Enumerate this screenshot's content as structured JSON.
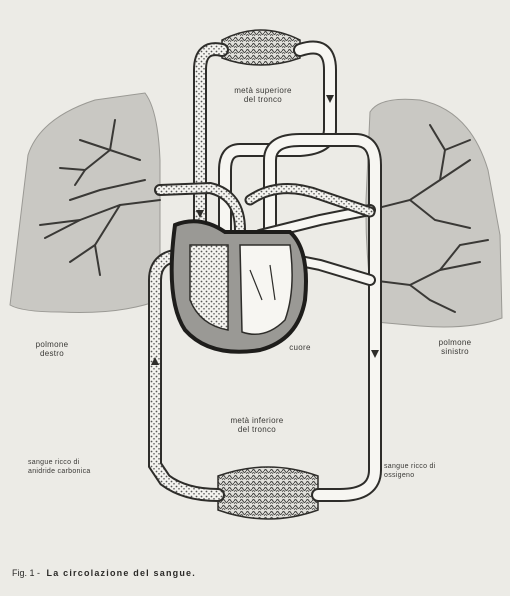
{
  "labels": {
    "upper_body": [
      "metà superiore",
      "del tronco"
    ],
    "lower_body": [
      "metà inferiore",
      "del tronco"
    ],
    "right_lung": [
      "polmone",
      "destro"
    ],
    "left_lung": [
      "polmone",
      "sinistro"
    ],
    "heart": "cuore",
    "co2_blood": [
      "sangue ricco di",
      "anidride carbonica"
    ],
    "o2_blood": [
      "sangue ricco di",
      "ossigeno"
    ]
  },
  "caption": {
    "figure": "Fig. 1 -",
    "title": "La circolazione del sangue."
  },
  "colors": {
    "background": "#ecebe6",
    "lung_fill": "#c9c8c3",
    "heart_fill": "#9a9995",
    "heart_outline": "#1e1d1b",
    "vessel_fill": "#f7f6f2",
    "vessel_stroke": "#2e2d2a"
  }
}
